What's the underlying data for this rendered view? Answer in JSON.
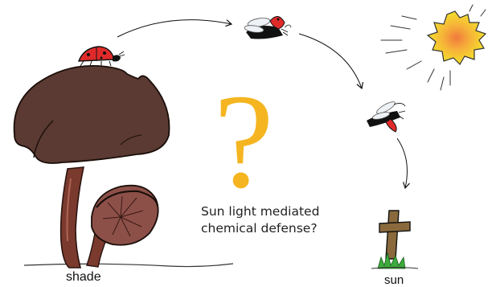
{
  "labels": {
    "shade": "shade",
    "sun": "sun",
    "question_mark": "?",
    "question_line1": "Sun light mediated",
    "question_line2": "chemical defense?"
  },
  "colors": {
    "mushroom_cap": "#5a3a32",
    "mushroom_stem": "#7b3a2e",
    "young_mushroom_cap": "#8c5048",
    "ladybug_red": "#e02a2a",
    "question_mark": "#f5b520",
    "sun_yellow": "#f4e02a",
    "sun_center": "#f07a3c",
    "cross_brown": "#8a6a3c",
    "grass_green": "#3caa3c"
  },
  "icons": [
    "ladybug-icon",
    "flying-ladybug-icon",
    "falling-ladybug-icon",
    "sun-icon",
    "grave-cross-icon",
    "mushroom-icon"
  ]
}
